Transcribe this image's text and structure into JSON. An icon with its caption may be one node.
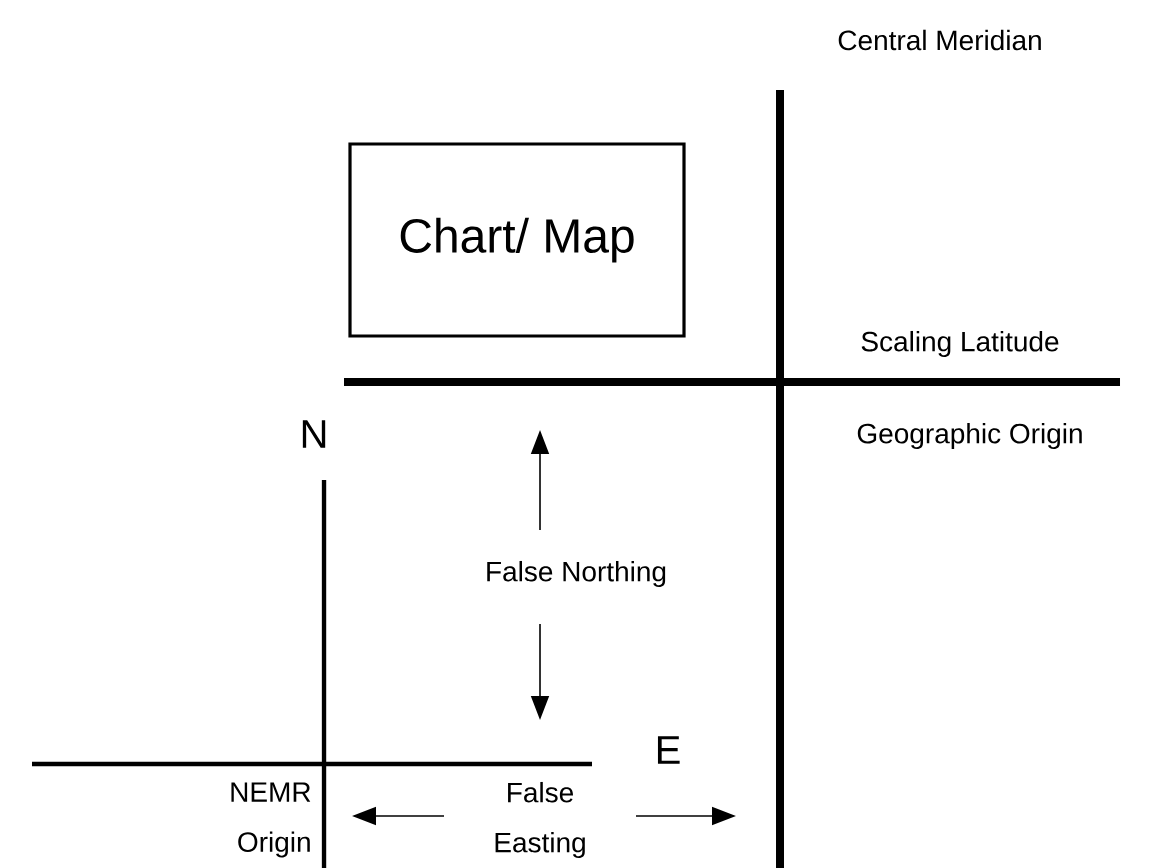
{
  "diagram": {
    "nodes": [
      {
        "text": [
          "Chart/ Map"
        ]
      }
    ],
    "labels": [
      "Central Meridian",
      "Scaling Latitude",
      "Geographic Origin",
      "N",
      "False Northing",
      "E",
      "NEMR Origin",
      "False Easting"
    ]
  }
}
